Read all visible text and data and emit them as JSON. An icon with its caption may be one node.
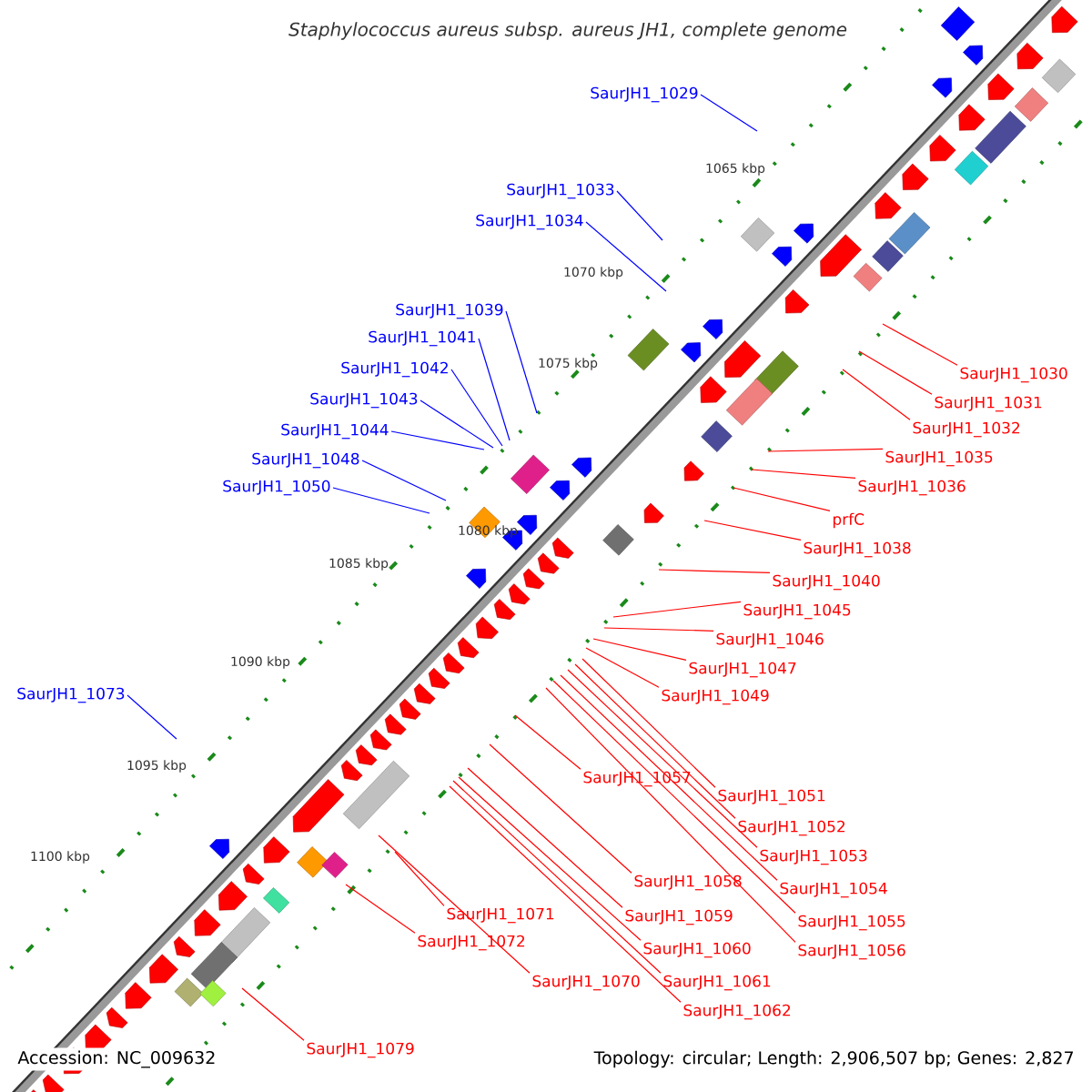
{
  "diagram": {
    "title": "Staphylococcus aureus subsp. aureus JH1, complete genome",
    "nodes": [
      {
        "text": [
          "SaurJH1_1029"
        ]
      },
      {
        "text": [
          "SaurJH1_1033"
        ]
      },
      {
        "text": [
          "SaurJH1_1034"
        ]
      },
      {
        "text": [
          "SaurJH1_1039"
        ]
      },
      {
        "text": [
          "SaurJH1_1041"
        ]
      },
      {
        "text": [
          "SaurJH1_1042"
        ]
      },
      {
        "text": [
          "SaurJH1_1043"
        ]
      },
      {
        "text": [
          "SaurJH1_1044"
        ]
      },
      {
        "text": [
          "SaurJH1_1048"
        ]
      },
      {
        "text": [
          "SaurJH1_1050"
        ]
      },
      {
        "text": [
          "SaurJH1_1073"
        ]
      },
      {
        "text": [
          "SaurJH1_1030"
        ]
      },
      {
        "text": [
          "SaurJH1_1031"
        ]
      },
      {
        "text": [
          "SaurJH1_1032"
        ]
      },
      {
        "text": [
          "SaurJH1_1035"
        ]
      },
      {
        "text": [
          "SaurJH1_1036"
        ]
      },
      {
        "text": [
          "prfC"
        ]
      },
      {
        "text": [
          "SaurJH1_1038"
        ]
      },
      {
        "text": [
          "SaurJH1_1040"
        ]
      },
      {
        "text": [
          "SaurJH1_1045"
        ]
      },
      {
        "text": [
          "SaurJH1_1046"
        ]
      },
      {
        "text": [
          "SaurJH1_1047"
        ]
      },
      {
        "text": [
          "SaurJH1_1049"
        ]
      },
      {
        "text": [
          "SaurJH1_1057"
        ]
      },
      {
        "text": [
          "SaurJH1_1051"
        ]
      },
      {
        "text": [
          "SaurJH1_1052"
        ]
      },
      {
        "text": [
          "SaurJH1_1053"
        ]
      },
      {
        "text": [
          "SaurJH1_1054"
        ]
      },
      {
        "text": [
          "SaurJH1_1058"
        ]
      },
      {
        "text": [
          "SaurJH1_1055"
        ]
      },
      {
        "text": [
          "SaurJH1_1071"
        ]
      },
      {
        "text": [
          "SaurJH1_1059"
        ]
      },
      {
        "text": [
          "SaurJH1_1072"
        ]
      },
      {
        "text": [
          "SaurJH1_1060"
        ]
      },
      {
        "text": [
          "SaurJH1_1056"
        ]
      },
      {
        "text": [
          "SaurJH1_1070"
        ]
      },
      {
        "text": [
          "SaurJH1_1061"
        ]
      },
      {
        "text": [
          "SaurJH1_1062"
        ]
      },
      {
        "text": [
          "SaurJH1_1079"
        ]
      }
    ],
    "edges": [
      {
        "from": 0,
        "to": null,
        "arrow": "none",
        "color": "#0000ff"
      },
      {
        "from": 1,
        "to": null,
        "arrow": "none",
        "color": "#0000ff"
      },
      {
        "from": 2,
        "to": null,
        "arrow": "none",
        "color": "#0000ff"
      },
      {
        "from": 3,
        "to": null,
        "arrow": "none",
        "color": "#0000ff"
      },
      {
        "from": 4,
        "to": null,
        "arrow": "none",
        "color": "#0000ff"
      },
      {
        "from": 5,
        "to": null,
        "arrow": "none",
        "color": "#0000ff"
      },
      {
        "from": 6,
        "to": null,
        "arrow": "none",
        "color": "#0000ff"
      },
      {
        "from": 7,
        "to": null,
        "arrow": "none",
        "color": "#0000ff"
      },
      {
        "from": 8,
        "to": null,
        "arrow": "none",
        "color": "#0000ff"
      },
      {
        "from": 9,
        "to": null,
        "arrow": "none",
        "color": "#0000ff"
      },
      {
        "from": 10,
        "to": null,
        "arrow": "none",
        "color": "#0000ff"
      },
      {
        "from": 11,
        "to": null,
        "arrow": "none"
      },
      {
        "from": 12,
        "to": null,
        "arrow": "none"
      },
      {
        "from": 13,
        "to": null,
        "arrow": "none"
      },
      {
        "from": 14,
        "to": null,
        "arrow": "none"
      },
      {
        "from": 15,
        "to": null,
        "arrow": "none"
      },
      {
        "from": 16,
        "to": null,
        "arrow": "none"
      },
      {
        "from": 17,
        "to": null,
        "arrow": "none"
      },
      {
        "from": 18,
        "to": null,
        "arrow": "none"
      },
      {
        "from": 19,
        "to": null,
        "arrow": "none"
      },
      {
        "from": 20,
        "to": null,
        "arrow": "none"
      },
      {
        "from": 21,
        "to": null,
        "arrow": "none"
      },
      {
        "from": 22,
        "to": null,
        "arrow": "none"
      },
      {
        "from": 23,
        "to": null,
        "arrow": "none"
      },
      {
        "from": 24,
        "to": null,
        "arrow": "none"
      },
      {
        "from": 25,
        "to": null,
        "arrow": "none"
      },
      {
        "from": 26,
        "to": null,
        "arrow": "none"
      },
      {
        "from": 27,
        "to": null,
        "arrow": "none"
      },
      {
        "from": 28,
        "to": null,
        "arrow": "none"
      },
      {
        "from": 29,
        "to": null,
        "arrow": "none"
      },
      {
        "from": 30,
        "to": null,
        "arrow": "none"
      },
      {
        "from": 31,
        "to": null,
        "arrow": "none"
      },
      {
        "from": 32,
        "to": null,
        "arrow": "none"
      },
      {
        "from": 33,
        "to": null,
        "arrow": "none"
      },
      {
        "from": 34,
        "to": null,
        "arrow": "none"
      },
      {
        "from": 35,
        "to": null,
        "arrow": "none"
      },
      {
        "from": 36,
        "to": null,
        "arrow": "none"
      },
      {
        "from": 37,
        "to": null,
        "arrow": "none"
      },
      {
        "from": 38,
        "to": null,
        "arrow": "none"
      }
    ],
    "labels": [
      "1065 kbp",
      "1070 kbp",
      "1075 kbp",
      "1080 kbp",
      "1085 kbp",
      "1090 kbp",
      "1095 kbp",
      "1100 kbp",
      "Accession: NC_009632",
      "Topology: circular; Length: 2,906,507 bp; Genes: 2,827"
    ]
  }
}
